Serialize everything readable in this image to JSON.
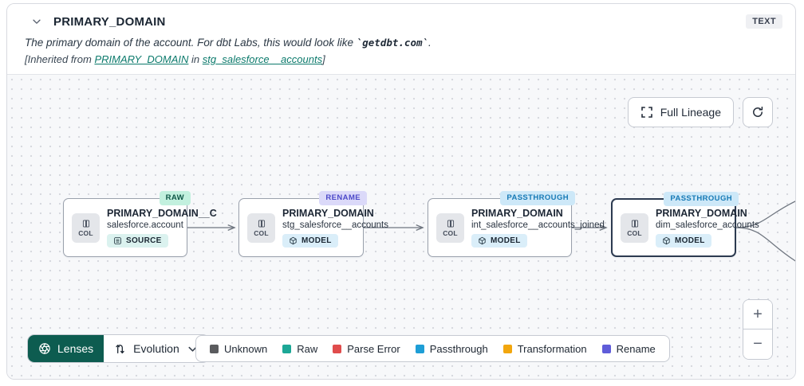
{
  "header": {
    "title": "PRIMARY_DOMAIN",
    "type_badge": "TEXT",
    "description": {
      "prefix": "The primary domain of the account. For dbt Labs, this would look like ",
      "code": "`getdbt.com`",
      "suffix": "."
    },
    "inherited": {
      "prefix": "[Inherited from ",
      "column_link": "PRIMARY_DOMAIN",
      "middle": " in ",
      "model_link": "stg_salesforce__accounts",
      "suffix": "]"
    }
  },
  "canvas": {
    "full_lineage_label": "Full Lineage",
    "nodes": [
      {
        "chip": "COL",
        "title": "PRIMARY_DOMAIN__C",
        "subtitle": "salesforce.account",
        "resource_type": "SOURCE",
        "type_bg": "#DBF2EF",
        "status": "RAW",
        "status_bg": "#C2F0DE",
        "status_fg": "#0E5646"
      },
      {
        "chip": "COL",
        "title": "PRIMARY_DOMAIN",
        "subtitle": "stg_salesforce__accounts",
        "resource_type": "MODEL",
        "type_bg": "#DAEEF9",
        "status": "RENAME",
        "status_bg": "#DBD9F9",
        "status_fg": "#4C49C9"
      },
      {
        "chip": "COL",
        "title": "PRIMARY_DOMAIN",
        "subtitle": "int_salesforce__accounts_joined",
        "resource_type": "MODEL",
        "type_bg": "#DAEEF9",
        "status": "PASSTHROUGH",
        "status_bg": "#CDE8F8",
        "status_fg": "#177AB6"
      },
      {
        "chip": "COL",
        "title": "PRIMARY_DOMAIN",
        "subtitle": "dim_salesforce_accounts",
        "resource_type": "MODEL",
        "type_bg": "#DAEEF9",
        "status": "PASSTHROUGH",
        "status_bg": "#CDE8F8",
        "status_fg": "#177AB6"
      }
    ],
    "zoom_in_label": "+",
    "zoom_out_label": "−"
  },
  "toolbar": {
    "lenses_label": "Lenses",
    "lenses_bg": "#0D5C50",
    "evolution_label": "Evolution"
  },
  "legend": {
    "items": [
      {
        "label": "Unknown",
        "color": "#5A5B5E"
      },
      {
        "label": "Raw",
        "color": "#1CA796"
      },
      {
        "label": "Parse Error",
        "color": "#E04C4C"
      },
      {
        "label": "Passthrough",
        "color": "#1E9ED6"
      },
      {
        "label": "Transformation",
        "color": "#F2A60D"
      },
      {
        "label": "Rename",
        "color": "#5F5CD9"
      }
    ]
  }
}
